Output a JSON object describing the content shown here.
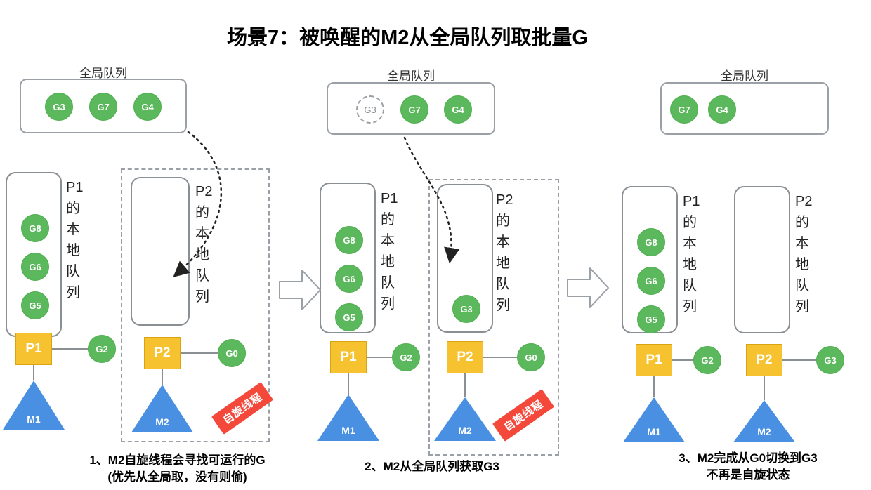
{
  "title": "场景7：被唤醒的M2从全局队列取批量G",
  "colors": {
    "goroutine_green": "#5cb85c",
    "processor_yellow": "#f6c230",
    "machine_blue": "#4a90e2",
    "spin_red": "#f4483b"
  },
  "panel1": {
    "global_queue": {
      "label": "全局队列",
      "items": [
        "G3",
        "G7",
        "G4"
      ]
    },
    "p1_local_label": "P1\n的\n本\n地\n队\n列",
    "p1_local_items": [
      "G8",
      "G6",
      "G5"
    ],
    "p2_local_label": "P2\n的\n本\n地\n队\n列",
    "processor1": "P1",
    "processor1_running": "G2",
    "processor2": "P2",
    "processor2_running": "G0",
    "machine1": "M1",
    "machine2": "M2",
    "spin_badge": "自旋线程",
    "caption_line1": "1、M2自旋线程会寻找可运行的G",
    "caption_line2": "(优先从全局取，没有则偷)"
  },
  "panel2": {
    "global_queue": {
      "label": "全局队列",
      "removed_item": "G3",
      "items": [
        "G7",
        "G4"
      ]
    },
    "p1_local_label": "P1\n的\n本\n地\n队\n列",
    "p1_local_items": [
      "G8",
      "G6",
      "G5"
    ],
    "p2_local_label": "P2\n的\n本\n地\n队\n列",
    "p2_local_items": [
      "G3"
    ],
    "processor1": "P1",
    "processor1_running": "G2",
    "processor2": "P2",
    "processor2_running": "G0",
    "machine1": "M1",
    "machine2": "M2",
    "spin_badge": "自旋线程",
    "caption_line1": "2、M2从全局队列获取G3"
  },
  "panel3": {
    "global_queue": {
      "label": "全局队列",
      "items": [
        "G7",
        "G4"
      ]
    },
    "p1_local_label": "P1\n的\n本\n地\n队\n列",
    "p1_local_items": [
      "G8",
      "G6",
      "G5"
    ],
    "p2_local_label": "P2\n的\n本\n地\n队\n列",
    "processor1": "P1",
    "processor1_running": "G2",
    "processor2": "P2",
    "processor2_running": "G3",
    "machine1": "M1",
    "machine2": "M2",
    "caption_line1": "3、M2完成从G0切换到G3",
    "caption_line2": "不再是自旋状态"
  }
}
